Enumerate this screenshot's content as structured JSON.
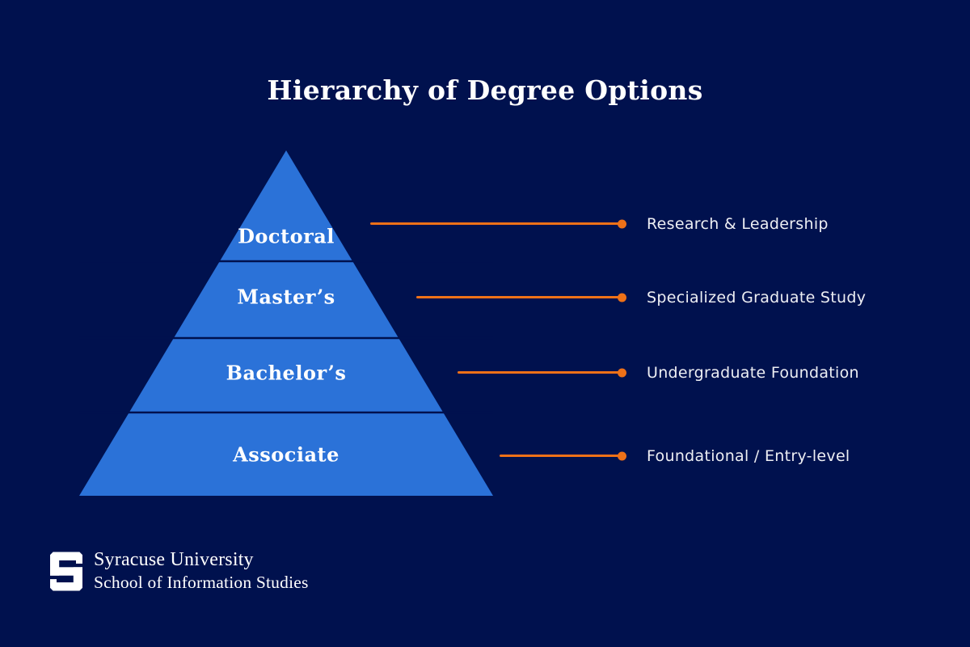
{
  "title": "Hierarchy of Degree Options",
  "pyramid": {
    "levels": [
      {
        "label": "Doctoral",
        "description": "Research & Leadership"
      },
      {
        "label": "Master’s",
        "description": "Specialized Graduate Study"
      },
      {
        "label": "Bachelor’s",
        "description": "Undergraduate Foundation"
      },
      {
        "label": "Associate",
        "description": "Foundational / Entry-level"
      }
    ]
  },
  "footer": {
    "organization": "Syracuse University",
    "school": "School of Information Studies",
    "logo_icon": "syracuse-block-s-icon"
  },
  "colors": {
    "background": "#00114E",
    "pyramid_fill": "#2B72D8",
    "accent_orange": "#EE7118",
    "title_text": "#FFFFFF",
    "description_text": "#EDEEF3"
  }
}
